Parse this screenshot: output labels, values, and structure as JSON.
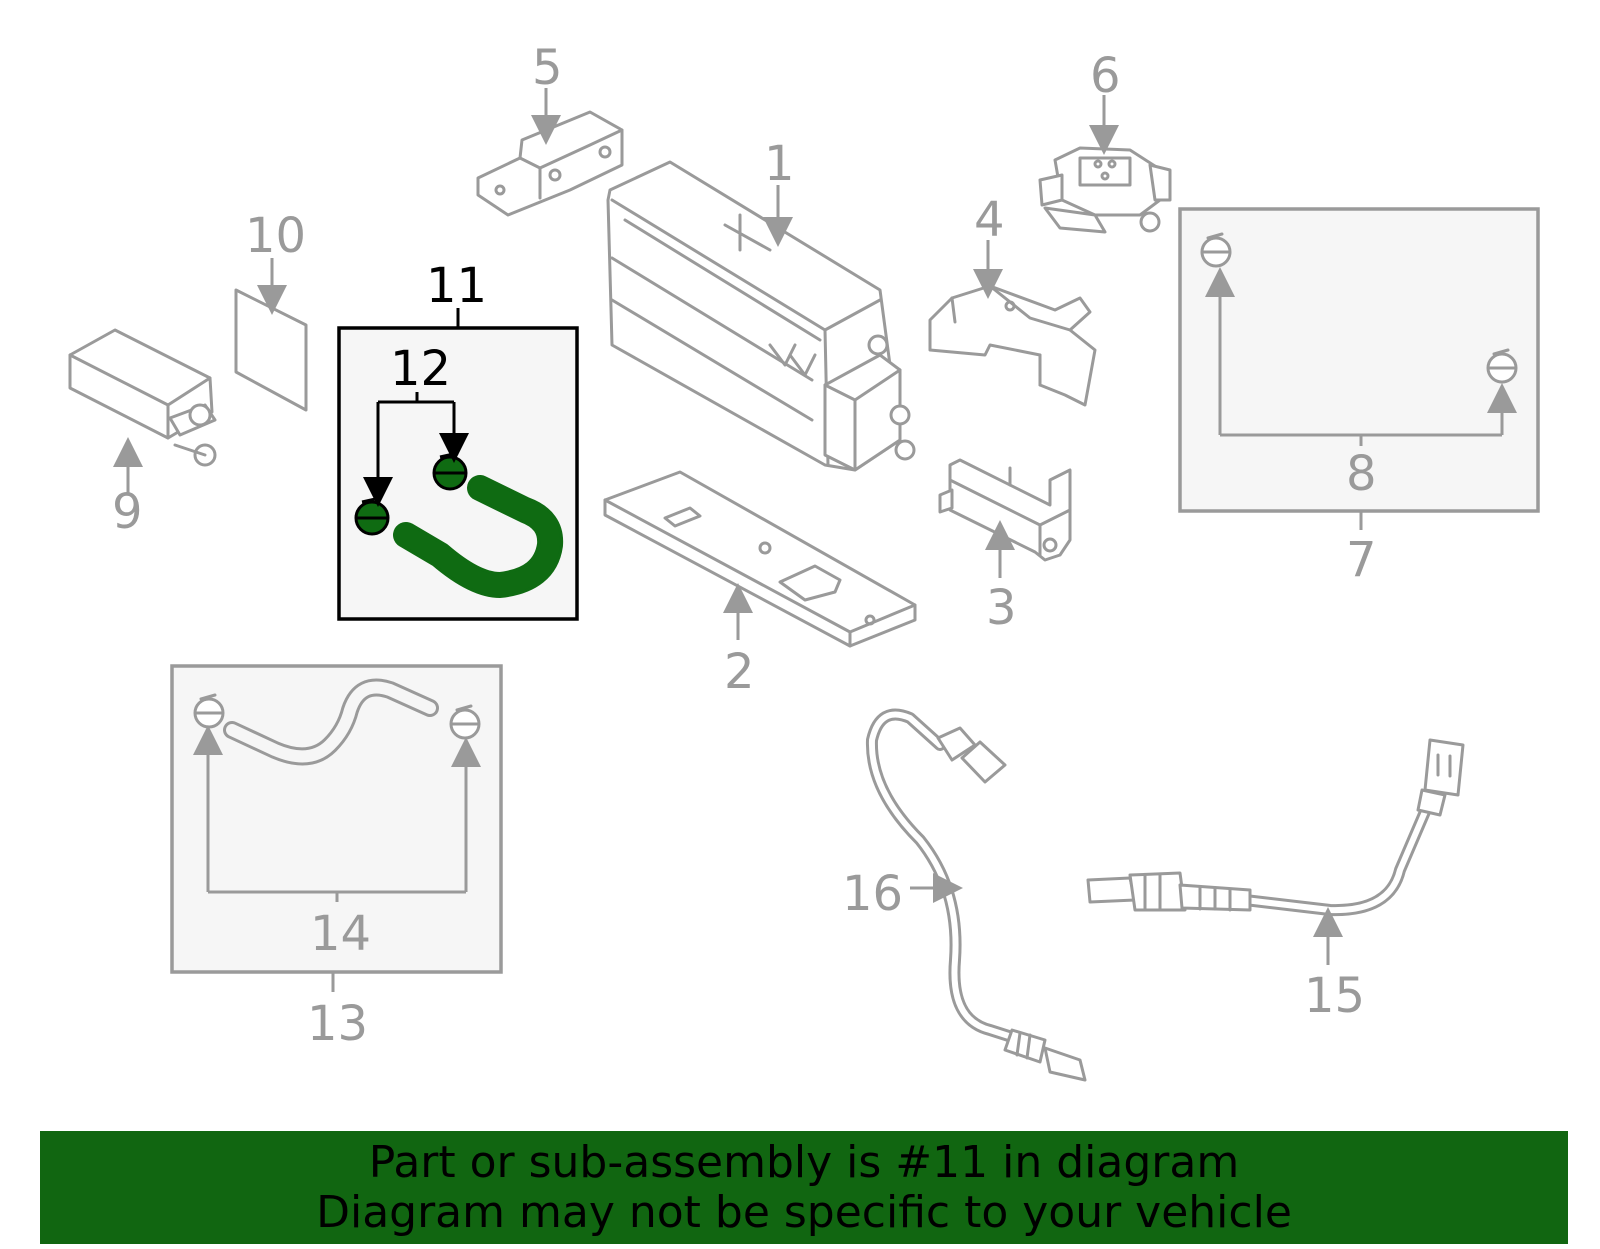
{
  "callouts": {
    "c1": "1",
    "c2": "2",
    "c3": "3",
    "c4": "4",
    "c5": "5",
    "c6": "6",
    "c7": "7",
    "c8": "8",
    "c9": "9",
    "c10": "10",
    "c11": "11",
    "c12": "12",
    "c13": "13",
    "c14": "14",
    "c15": "15",
    "c16": "16"
  },
  "highlight": {
    "callout": "11",
    "color": "#116611",
    "hose_color": "#0f6b12"
  },
  "colors": {
    "part_stroke": "#9a9a9a",
    "highlight_stroke": "#000000",
    "box_fill": "#f6f6f6"
  },
  "banner": {
    "line1": "Part or sub-assembly is #11 in diagram",
    "line2": "Diagram may not be specific to your vehicle"
  }
}
